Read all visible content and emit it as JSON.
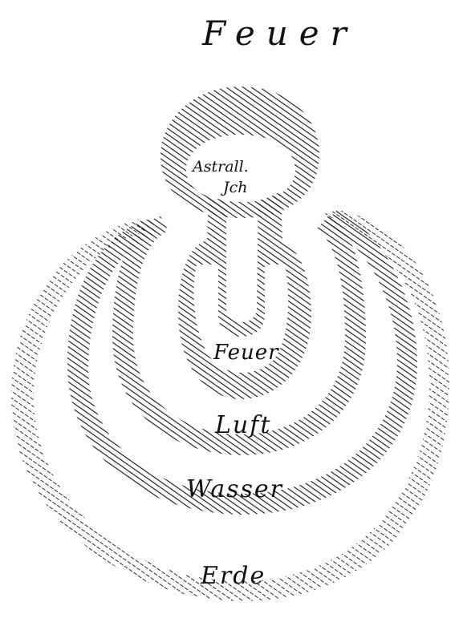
{
  "title": "Feuer",
  "labels": {
    "astral_line1": "Astrall.",
    "astral_line2": "Jch",
    "feuer": "Feuer",
    "luft": "Luft",
    "wasser": "Wasser",
    "erde": "Erde"
  },
  "colors": {
    "ink": "#111111",
    "paper": "#ffffff"
  }
}
